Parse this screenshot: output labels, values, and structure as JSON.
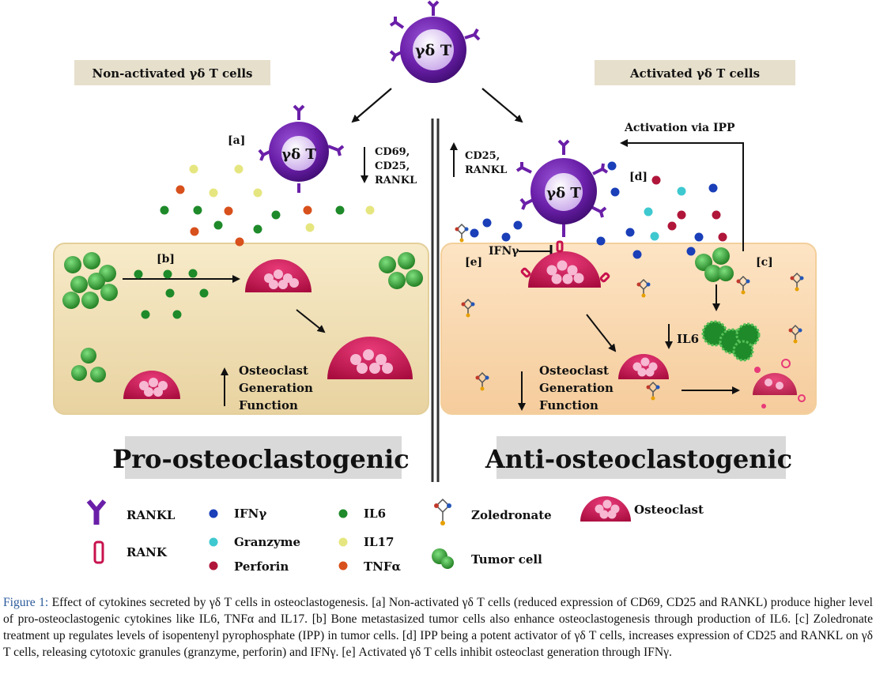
{
  "top_cell_label": "γδ T",
  "left_header": "Non-activated γδ T cells",
  "right_header": "Activated γδ T cells",
  "left_cell_label": "γδ T",
  "right_cell_label": "γδ T",
  "label_a": "[a]",
  "label_b": "[b]",
  "label_c": "[c]",
  "label_d": "[d]",
  "label_e": "[e]",
  "down_markers": [
    "CD69,",
    "CD25,",
    "RANKL"
  ],
  "up_markers": [
    "CD25,",
    "RANKL"
  ],
  "activation_label": "Activation via IPP",
  "ifng_label": "IFNγ",
  "il6_label": "IL6",
  "left_function": [
    "Osteoclast",
    "Generation",
    "Function"
  ],
  "right_function": [
    "Osteoclast",
    "Generation",
    "Function"
  ],
  "left_banner": "Pro-osteoclastogenic",
  "right_banner": "Anti-osteoclastogenic",
  "legend": {
    "rankl": "RANKL",
    "rank": "RANK",
    "ifng": "IFNγ",
    "granzyme": "Granzyme",
    "perforin": "Perforin",
    "il6": "IL6",
    "il17": "IL17",
    "tnfa": "TNFα",
    "zoledronate": "Zoledronate",
    "tumor": "Tumor cell",
    "osteoclast": "Osteoclast"
  },
  "colors": {
    "cell_purple": "#6a1fa8",
    "osteoclast": "#c8124e",
    "ifng": "#1a3fb8",
    "granzyme": "#3ec8d0",
    "perforin": "#b0163a",
    "il6": "#1e8a2a",
    "il17": "#e6e680",
    "tnfa": "#d8501c",
    "tumor": "#2a9a2a",
    "panel_left": "#f2dfb4",
    "panel_right": "#fbd8b0",
    "banner": "#d9d9d9",
    "header_bg": "#e6dfcc"
  },
  "caption": {
    "label": "Figure 1:",
    "text": " Effect of cytokines secreted by γδ T cells in osteoclastogenesis. [a] Non-activated γδ T cells (reduced expression of CD69, CD25 and RANKL) produce higher level of pro-osteoclastogenic cytokines like IL6, TNFα and IL17. [b] Bone metastasized tumor cells also enhance osteoclastogenesis through production of IL6. [c] Zoledronate treatment up regulates levels of isopentenyl pyrophosphate (IPP) in tumor cells. [d] IPP being a potent activator of γδ T cells, increases expression of CD25 and RANKL on γδ T cells, releasing cytotoxic granules (granzyme, perforin) and IFNγ. [e] Activated γδ T cells inhibit osteoclast generation through IFNγ."
  }
}
